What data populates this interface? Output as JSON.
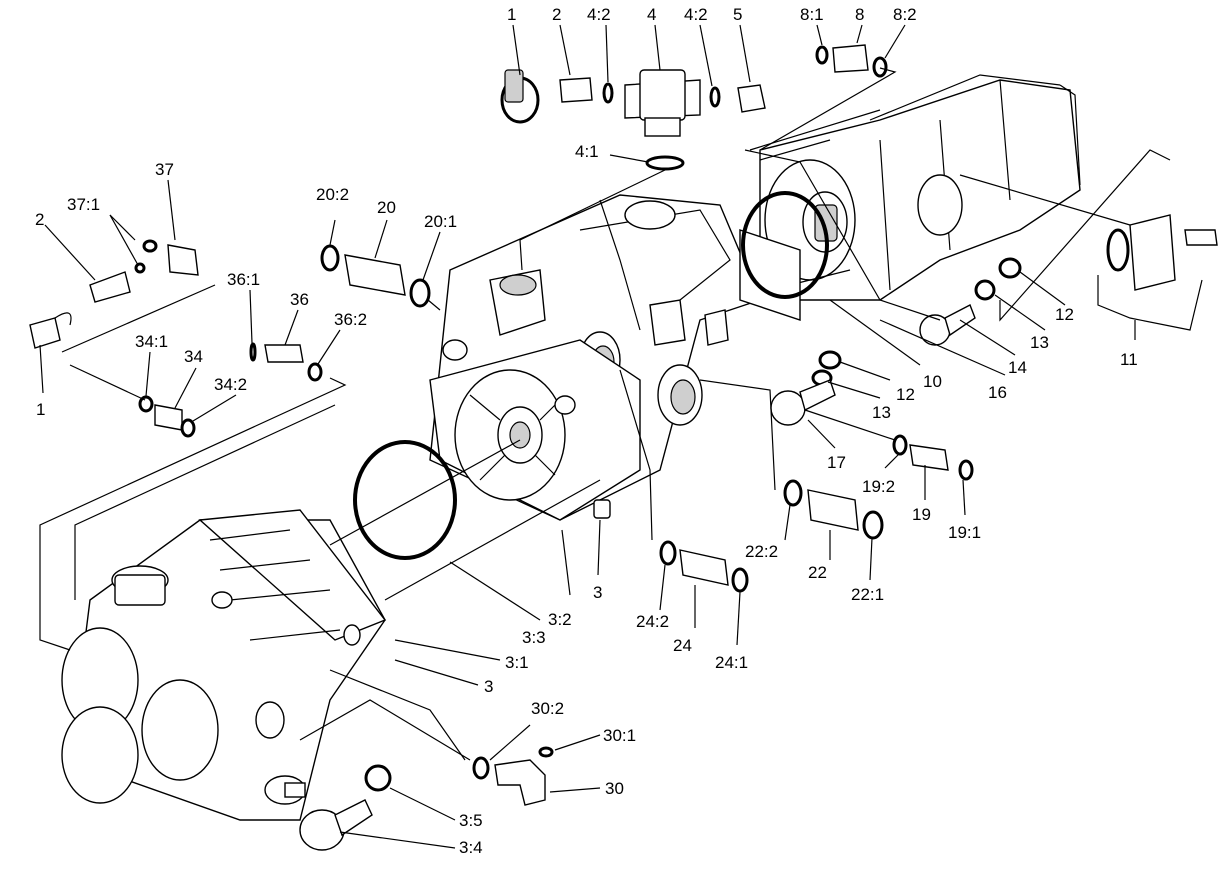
{
  "labels": {
    "l1_top": "1",
    "l2_top": "2",
    "l4_2a": "4:2",
    "l4": "4",
    "l4_2b": "4:2",
    "l5": "5",
    "l8_1": "8:1",
    "l8": "8",
    "l8_2": "8:2",
    "l4_1": "4:1",
    "l37": "37",
    "l37_1": "37:1",
    "l2_left": "2",
    "l20_2": "20:2",
    "l20": "20",
    "l20_1": "20:1",
    "l36_1": "36:1",
    "l36": "36",
    "l36_2": "36:2",
    "l34_1": "34:1",
    "l34": "34",
    "l34_2": "34:2",
    "l1_left": "1",
    "l12a": "12",
    "l13a": "13",
    "l14": "14",
    "l16": "16",
    "l10": "10",
    "l11": "11",
    "l12b": "12",
    "l13b": "13",
    "l17": "17",
    "l19_2": "19:2",
    "l19": "19",
    "l19_1": "19:1",
    "l22_2": "22:2",
    "l22": "22",
    "l22_1": "22:1",
    "l24_2": "24:2",
    "l24": "24",
    "l24_1": "24:1",
    "l3a": "3",
    "l3_2": "3:2",
    "l3_3": "3:3",
    "l3_1": "3:1",
    "l3b": "3",
    "l30_2": "30:2",
    "l30_1": "30:1",
    "l30": "30",
    "l3_5": "3:5",
    "l3_4": "3:4"
  }
}
